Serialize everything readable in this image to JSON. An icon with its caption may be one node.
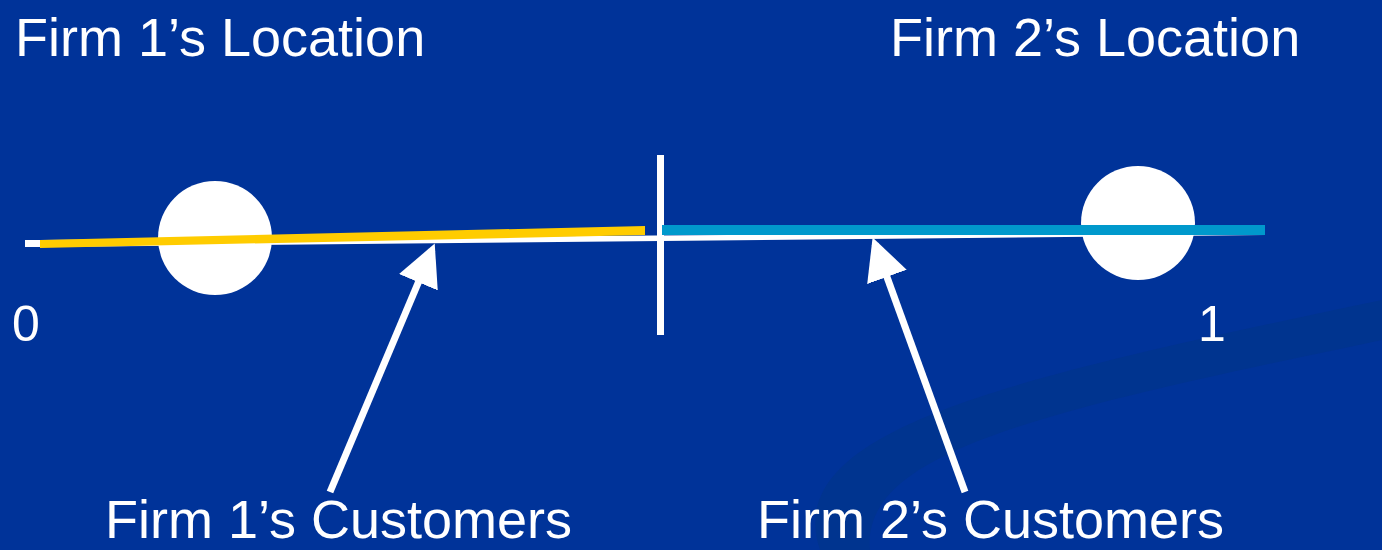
{
  "diagram": {
    "nodes": [
      {
        "text": [
          "Firm 1’s Customers"
        ]
      },
      {
        "text": [
          "Firm 2’s Customers"
        ]
      },
      {
        "text": [],
        "shape": "bar"
      },
      {
        "text": [],
        "shape": "bar"
      },
      {
        "text": [],
        "shape": "circle"
      },
      {
        "text": [],
        "shape": "circle"
      }
    ],
    "edges": [
      {
        "from": 0,
        "to": 2,
        "arrow": "to"
      },
      {
        "from": 1,
        "to": 3,
        "arrow": "to"
      }
    ],
    "labels": [
      "Firm 1’s Location",
      "Firm 2’s Location",
      "0",
      "1"
    ]
  }
}
